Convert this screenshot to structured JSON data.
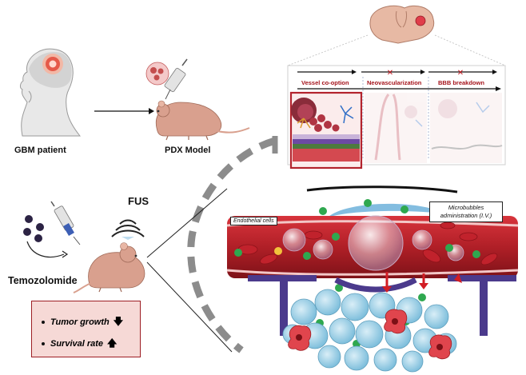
{
  "labels": {
    "patient": "GBM patient",
    "model": "PDX Model",
    "fus": "FUS",
    "drug": "Temozolomide",
    "endothelial": "Endothelial cells",
    "microbubbles": "Microbubbles administration (I.V.)"
  },
  "stages": [
    "Vessel co-option",
    "Neovascularization",
    "BBB breakdown"
  ],
  "outcomes": [
    {
      "label": "Tumor growth",
      "direction_icon": "arrow-down-icon",
      "glyph": "🡇"
    },
    {
      "label": "Survival rate",
      "direction_icon": "arrow-up-icon",
      "glyph": "🡅"
    }
  ],
  "colors": {
    "accent_red": "#a5141c",
    "vessel_red": "#b8202a",
    "fus_blue": "#5aa7d6",
    "microbubble_green": "#2fa84f",
    "endfoot_purple": "#4b3a8c",
    "tumor_cell_blue": "#a9d6ea",
    "outcome_box_fill": "#f6d9d6",
    "mouse_skin": "#d9a08e",
    "dashed_arc_gray": "#8c8c8c"
  }
}
